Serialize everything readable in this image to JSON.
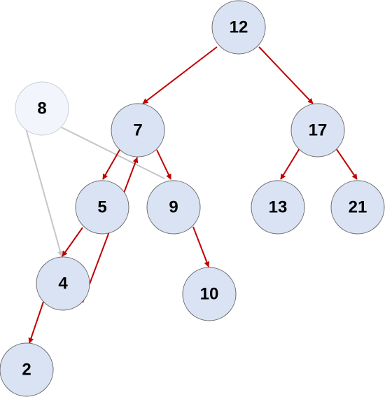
{
  "colors": {
    "node_fill": "#dae3f3",
    "ghost_node_fill": "#f2f5fb",
    "edge_red": "#c00000",
    "edge_grey": "#c4c6cc"
  },
  "nodes": {
    "n12": "12",
    "n7": "7",
    "n17": "17",
    "n5": "5",
    "n9": "9",
    "n13": "13",
    "n21": "21",
    "n4": "4",
    "n10": "10",
    "n2": "2",
    "n8": "8"
  }
}
